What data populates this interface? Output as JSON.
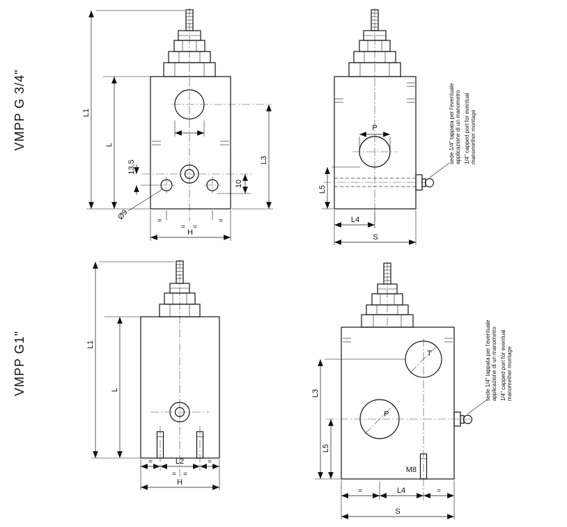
{
  "sections": [
    {
      "title": "VMPP G 3/4\""
    },
    {
      "title": "VMPP G1\""
    }
  ],
  "labels": {
    "L1": "L1",
    "L": "L",
    "L2": "L2",
    "L3": "L3",
    "L4": "L4",
    "L5": "L5",
    "H": "H",
    "S": "S",
    "P": "P",
    "T": "T",
    "M8": "M8",
    "d135": "13,5",
    "d10": "10",
    "dia9": "Ø9",
    "eq": "="
  },
  "annotation": {
    "it1": "sede 1/4\" tappata per l'eventuale",
    "it2": "applicazione di un manometro",
    "en1": "1/4\" capped port for eventual",
    "en2": "manomether montage"
  }
}
